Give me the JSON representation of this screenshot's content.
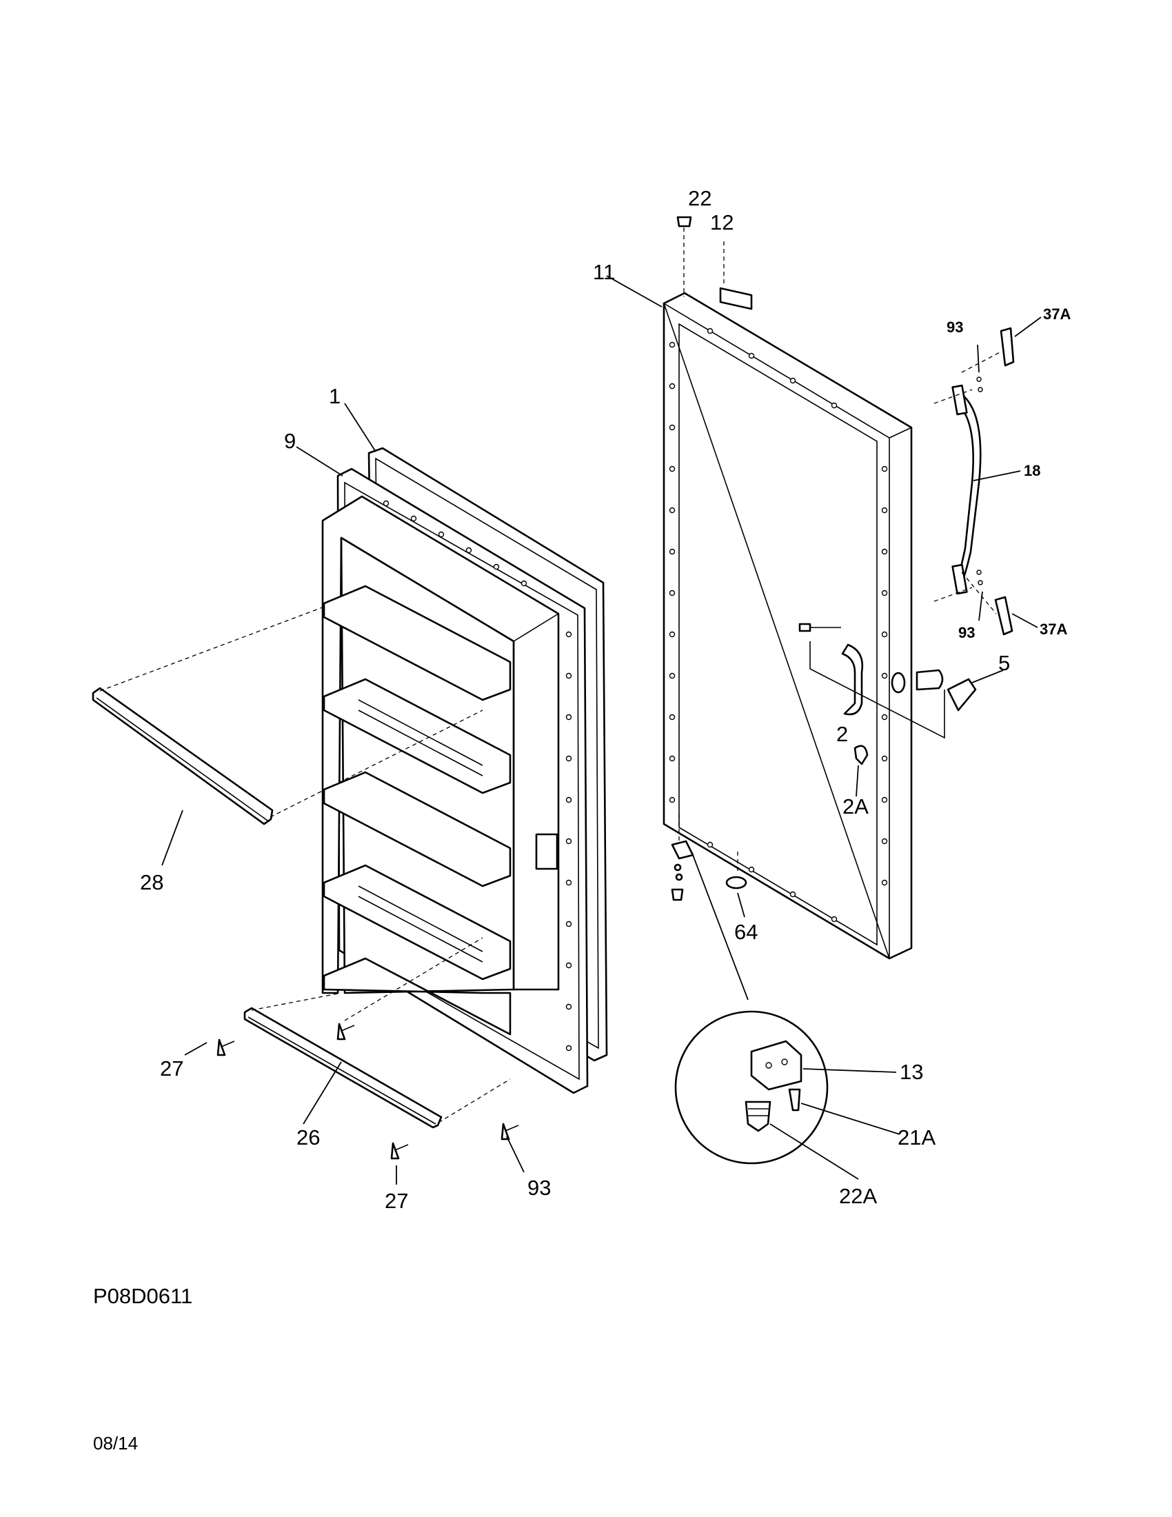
{
  "diagram": {
    "figure_code": "P08D0611",
    "revision_date": "08/14",
    "callouts": [
      {
        "id": "c-1",
        "label": "1"
      },
      {
        "id": "c-9",
        "label": "9"
      },
      {
        "id": "c-28",
        "label": "28"
      },
      {
        "id": "c-27a",
        "label": "27"
      },
      {
        "id": "c-26",
        "label": "26"
      },
      {
        "id": "c-27b",
        "label": "27"
      },
      {
        "id": "c-93a",
        "label": "93"
      },
      {
        "id": "c-22",
        "label": "22"
      },
      {
        "id": "c-12",
        "label": "12"
      },
      {
        "id": "c-11",
        "label": "11"
      },
      {
        "id": "c-93b",
        "label": "93"
      },
      {
        "id": "c-37a1",
        "label": "37A"
      },
      {
        "id": "c-18",
        "label": "18"
      },
      {
        "id": "c-93c",
        "label": "93"
      },
      {
        "id": "c-37a2",
        "label": "37A"
      },
      {
        "id": "c-5",
        "label": "5"
      },
      {
        "id": "c-2",
        "label": "2"
      },
      {
        "id": "c-2a",
        "label": "2A"
      },
      {
        "id": "c-64",
        "label": "64"
      },
      {
        "id": "c-13",
        "label": "13"
      },
      {
        "id": "c-21a",
        "label": "21A"
      },
      {
        "id": "c-22a",
        "label": "22A"
      }
    ]
  }
}
